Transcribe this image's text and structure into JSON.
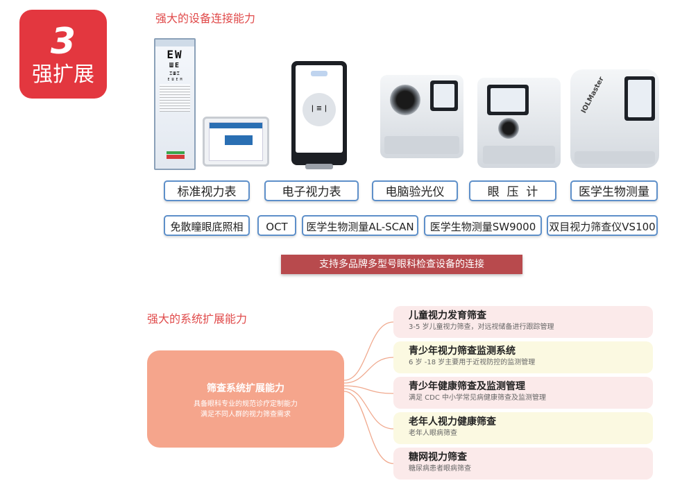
{
  "badge": {
    "number": "3",
    "label": "强扩展"
  },
  "section1": {
    "title": "强大的设备连接能力"
  },
  "devices_row1": [
    "标准视力表",
    "电子视力表",
    "电脑验光仪",
    "眼  压  计",
    "医学生物测量"
  ],
  "devices_row2": [
    "免散瞳眼底照相",
    "OCT",
    "医学生物测量AL-SCAN",
    "医学生物测量SW9000",
    "双目视力筛查仪VS100"
  ],
  "device_images": {
    "eye_chart_letters": [
      "EW",
      "ШЕ",
      "ΞШΞ",
      "E Ш E M"
    ],
    "monitor_center": "| ≡ |",
    "iol_brand": "IOLMaster"
  },
  "support_banner": "支持多品牌多型号眼科检查设备的连接",
  "section2": {
    "title": "强大的系统扩展能力"
  },
  "core": {
    "title": "筛查系统扩展能力",
    "desc1": "具备眼科专业的规范诊疗定制能力",
    "desc2": "满足不同人群的视力筛查需求"
  },
  "cards": [
    {
      "title": "儿童视力发育筛查",
      "desc": "3-5 岁儿童视力筛查，对远视储备进行跟踪管理"
    },
    {
      "title": "青少年视力筛查监测系统",
      "desc": "6 岁 -18 岁主要用于近视防控的监测管理"
    },
    {
      "title": "青少年健康筛查及监测管理",
      "desc": "满足 CDC 中小学常见病健康筛查及监测管理"
    },
    {
      "title": "老年人视力健康筛查",
      "desc": "老年人眼病筛查"
    },
    {
      "title": "糖网视力筛查",
      "desc": "糖尿病患者眼病筛查"
    }
  ],
  "colors": {
    "accent_red": "#e3373f",
    "banner": "#b84a4d",
    "core": "#f5a58c",
    "button_border": "#5d8fc9"
  }
}
